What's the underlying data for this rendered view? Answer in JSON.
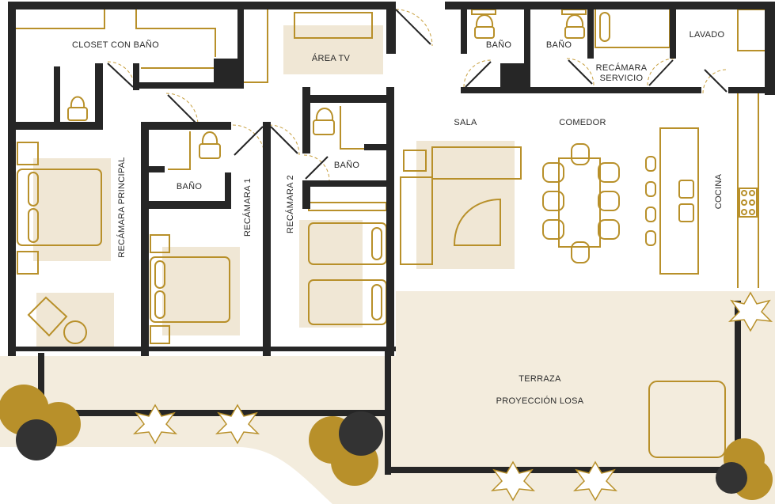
{
  "colors": {
    "wall": "#262626",
    "furniture": "#b8902a",
    "floor_highlight": "#f0e7d5",
    "terrace": "#f3ecdd",
    "door_swing": "#c8a040",
    "plant_gold": "#b8902a",
    "plant_dark": "#333333",
    "background": "#ffffff"
  },
  "rooms": {
    "closet_bano": "CLOSET CON BAÑO",
    "area_tv": "ÁREA TV",
    "bano_1": "BAÑO",
    "bano_2": "BAÑO",
    "recamara_servicio": [
      "RECÁMARA",
      "SERVICIO"
    ],
    "lavado": "LAVADO",
    "sala": "SALA",
    "comedor": "COMEDOR",
    "bano_recamara2": "BAÑO",
    "bano_recamara1": "BAÑO",
    "recamara_principal": "RECÁMARA PRINCIPAL",
    "recamara_1": "RECÁMARA 1",
    "recamara_2": "RECÁMARA 2",
    "cocina": "COCINA",
    "terraza": "TERRAZA",
    "proyeccion_losa": "PROYECCIÓN LOSA"
  }
}
